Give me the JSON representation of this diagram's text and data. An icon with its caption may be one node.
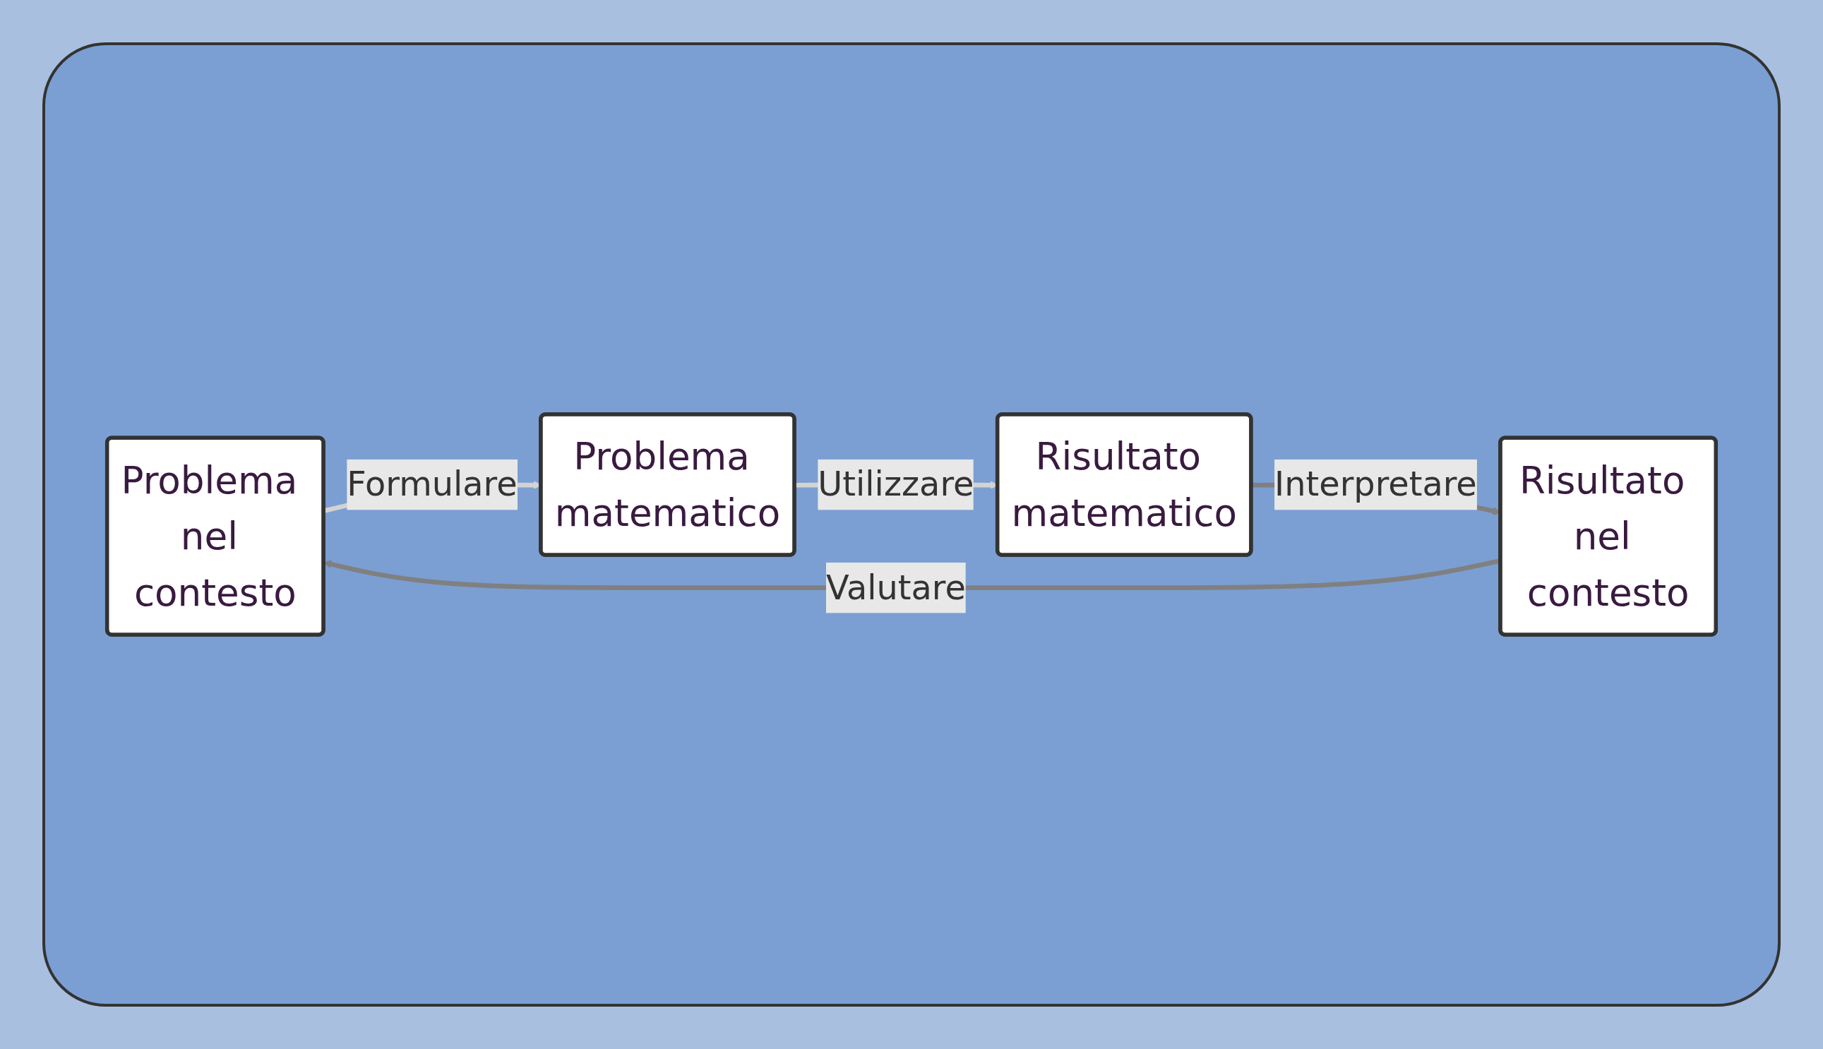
{
  "diagram": {
    "nodes": [
      {
        "text": [
          "Problema nel contesto"
        ]
      },
      {
        "text": [
          "Problema matematico"
        ]
      },
      {
        "text": [
          "Risultato nel contesto"
        ]
      },
      {
        "text": [
          "Risultato matematico"
        ]
      }
    ],
    "edges": [
      {
        "from": 0,
        "to": 1,
        "arrow": "to",
        "label": "Formulare",
        "color": "#d3d3d3"
      },
      {
        "from": 1,
        "to": 3,
        "arrow": "to",
        "label": "Utilizzare",
        "color": "#d3d3d3"
      },
      {
        "from": 3,
        "to": 2,
        "arrow": "to",
        "label": "Interpretare",
        "color": "#808080"
      },
      {
        "from": 2,
        "to": 0,
        "arrow": "to",
        "label": "Valutare",
        "color": "#808080"
      }
    ]
  }
}
